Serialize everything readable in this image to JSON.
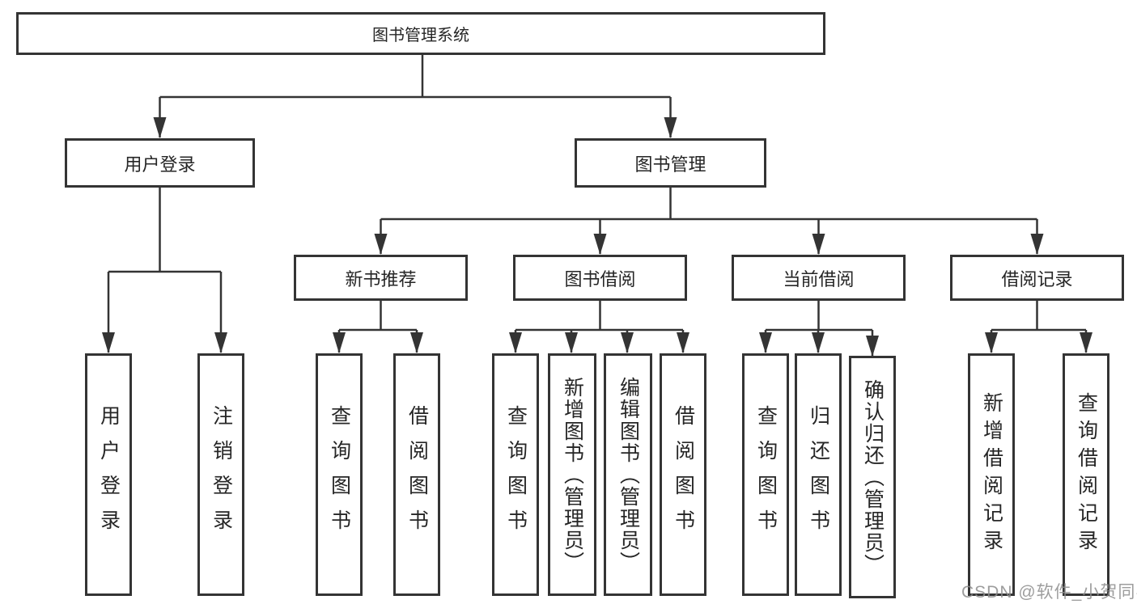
{
  "nodes": {
    "root": "图书管理系统",
    "user_login_branch": {
      "label": "用户登录",
      "children": [
        "用户登录",
        "注销登录"
      ]
    },
    "book_mgmt_branch": {
      "label": "图书管理",
      "children": [
        {
          "label": "新书推荐",
          "children": [
            "查询图书",
            "借阅图书"
          ]
        },
        {
          "label": "图书借阅",
          "children": [
            "查询图书",
            "新增图书（管理员）",
            "编辑图书（管理员）",
            "借阅图书"
          ]
        },
        {
          "label": "当前借阅",
          "children": [
            "查询图书",
            "归还图书",
            "确认归还（管理员）"
          ]
        },
        {
          "label": "借阅记录",
          "children": [
            "新增借阅记录",
            "查询借阅记录"
          ]
        }
      ]
    }
  },
  "watermark": "CSDN @软件_小贺同学",
  "colors": {
    "line": "#343434",
    "text": "#262626",
    "watermark": "#8d8d8d",
    "background": "#ffffff"
  }
}
